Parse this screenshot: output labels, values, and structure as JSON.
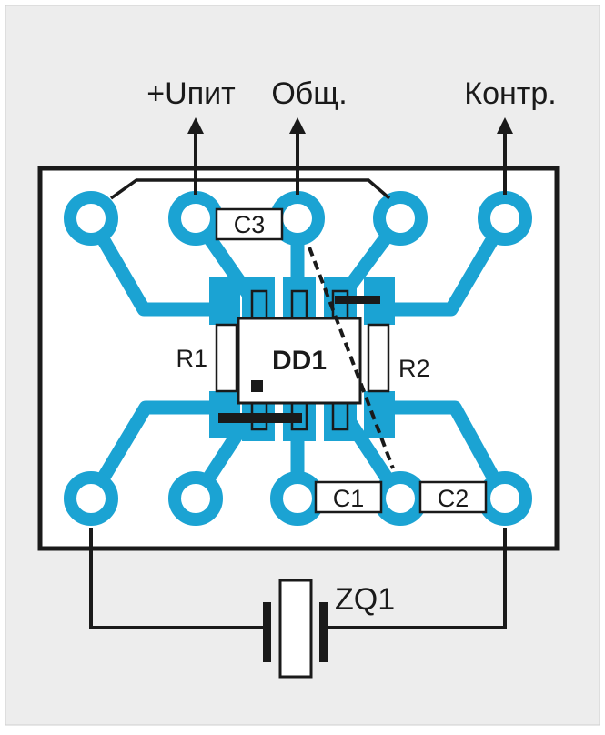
{
  "diagram": {
    "terminals": {
      "supply": "+Uпит",
      "common": "Общ.",
      "control": "Контр."
    },
    "components": {
      "ic": "DD1",
      "r1": "R1",
      "r2": "R2",
      "c1": "C1",
      "c2": "C2",
      "c3": "C3",
      "crystal": "ZQ1"
    },
    "colors": {
      "background": "#ededed",
      "frame": "#1a1a1a",
      "copper": "#1ba3d3",
      "board": "#ffffff"
    }
  }
}
